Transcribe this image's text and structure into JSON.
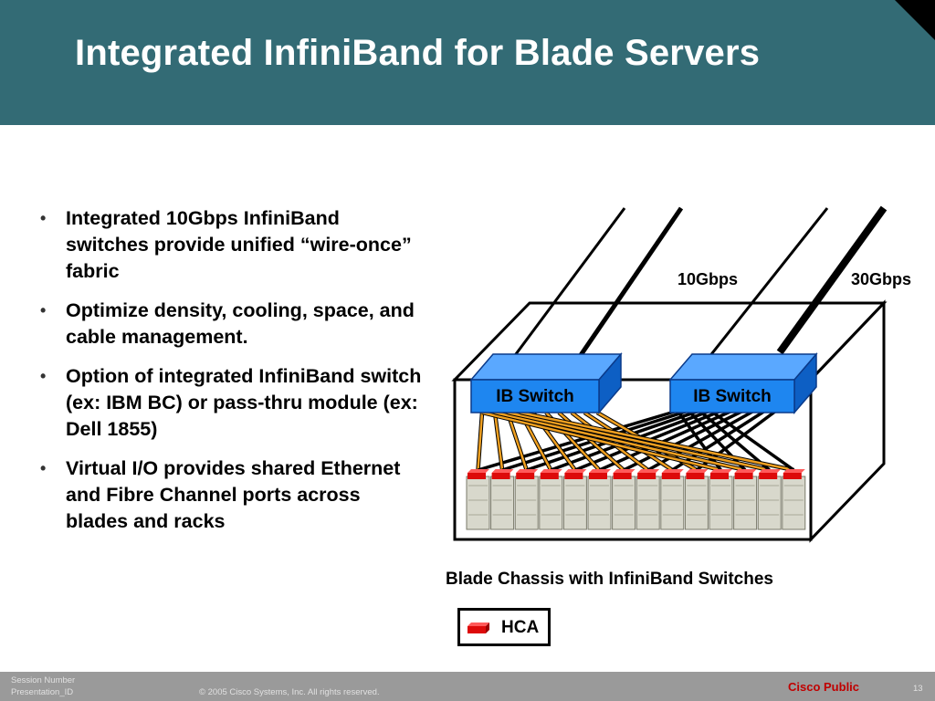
{
  "slide": {
    "title": "Integrated InfiniBand for Blade Servers",
    "bullets": [
      "Integrated 10Gbps InfiniBand switches provide unified “wire-once” fabric",
      "Optimize density, cooling, space, and cable management.",
      "Option of integrated InfiniBand switch (ex: IBM BC) or pass-thru module (ex: Dell 1855)",
      "Virtual I/O provides shared Ethernet and Fibre Channel ports across blades and racks"
    ]
  },
  "diagram": {
    "switch_labels": [
      "IB Switch",
      "IB Switch"
    ],
    "link_labels": [
      "10Gbps",
      "30Gbps"
    ],
    "caption": "Blade Chassis with InfiniBand Switches",
    "legend_label": "HCA",
    "blade_count": 14,
    "colors": {
      "switch_front": "#1e86f0",
      "switch_side": "#0d5fc4",
      "blade": "#d8d8cc",
      "hca": "#dd0a0a",
      "link": "#f0a020"
    }
  },
  "footer": {
    "session_number": "Session Number",
    "presentation_id": "Presentation_ID",
    "copyright": "© 2005 Cisco Systems, Inc. All rights reserved.",
    "classification": "Cisco Public",
    "page_number": "13"
  }
}
